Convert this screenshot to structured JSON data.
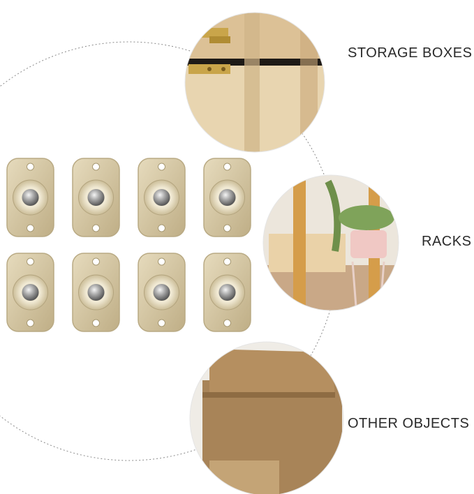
{
  "labels": {
    "storage_boxes": "STORAGE BOXES",
    "racks": "RACKS",
    "other_objects": "OTHER OBJECTS"
  },
  "colors": {
    "plate": "#d8cba8",
    "plate_edge": "#b9aa84",
    "ring": "#ece4cf",
    "ball": "#a9a9a9",
    "wood": "#d9b98b",
    "cardboard": "#b08a5a",
    "dashed_line": "#8a8a8a"
  },
  "products": {
    "rows": 2,
    "columns": 4
  }
}
